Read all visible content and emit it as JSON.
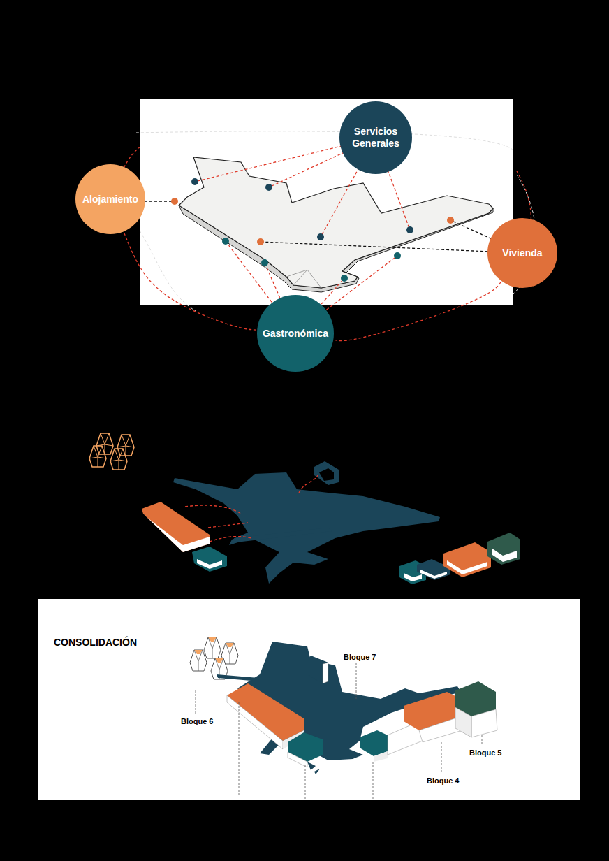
{
  "diagram": {
    "title": "CONSOLIDACIÓN",
    "nodes": [
      {
        "text": [
          "Alojamiento"
        ]
      },
      {
        "text": [
          "Servicios Generales"
        ]
      },
      {
        "text": [
          "Vivienda"
        ]
      },
      {
        "text": [
          "Gastronómica"
        ]
      }
    ],
    "edges": [
      {
        "from": 0,
        "to": 3,
        "arrow": "none"
      },
      {
        "from": 3,
        "to": 2,
        "arrow": "none"
      }
    ],
    "labels": [
      "Bloque 7",
      "Bloque 6",
      "Bloque 5",
      "Bloque 4"
    ]
  }
}
